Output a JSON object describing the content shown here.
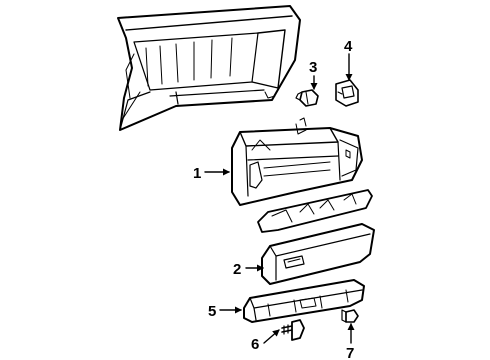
{
  "callouts": [
    {
      "id": "1",
      "label": "1"
    },
    {
      "id": "2",
      "label": "2"
    },
    {
      "id": "3",
      "label": "3"
    },
    {
      "id": "4",
      "label": "4"
    },
    {
      "id": "5",
      "label": "5"
    },
    {
      "id": "6",
      "label": "6"
    },
    {
      "id": "7",
      "label": "7"
    }
  ],
  "colors": {
    "ink": "#000000",
    "background": "#ffffff"
  }
}
